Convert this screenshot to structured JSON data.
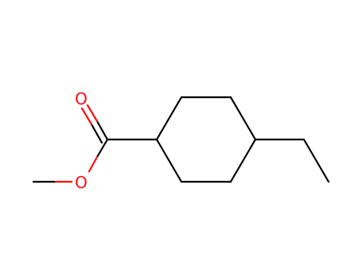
{
  "molecule": {
    "atoms": [
      {
        "symbol": "O",
        "role": "carbonyl-oxygen",
        "color": "#ff0d0d"
      },
      {
        "symbol": "O",
        "role": "ester-oxygen",
        "color": "#ff0d0d"
      }
    ],
    "colors": {
      "bond": "#000000",
      "heteroatom": "#ff0d0d"
    }
  }
}
